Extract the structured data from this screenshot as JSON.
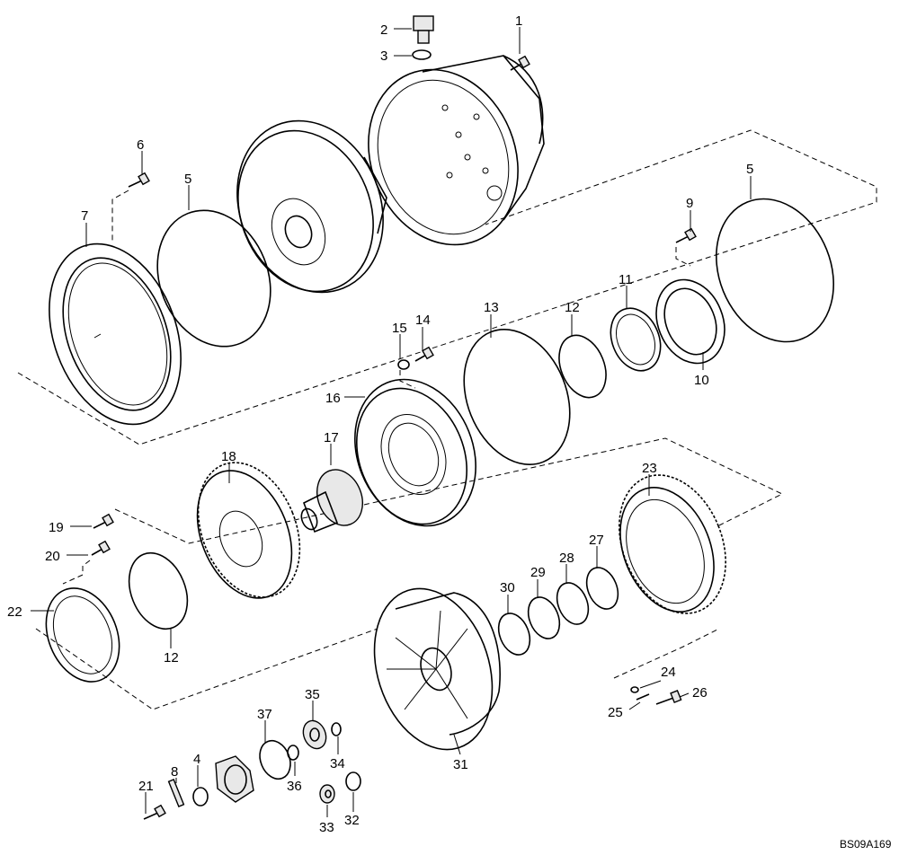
{
  "drawing_code": "BS09A169",
  "callouts": [
    "1",
    "2",
    "3",
    "4",
    "5",
    "5",
    "6",
    "7",
    "8",
    "9",
    "10",
    "11",
    "12",
    "12",
    "13",
    "14",
    "15",
    "16",
    "17",
    "18",
    "19",
    "20",
    "21",
    "22",
    "23",
    "24",
    "25",
    "26",
    "27",
    "28",
    "29",
    "30",
    "31",
    "32",
    "33",
    "34",
    "35",
    "36",
    "37"
  ]
}
